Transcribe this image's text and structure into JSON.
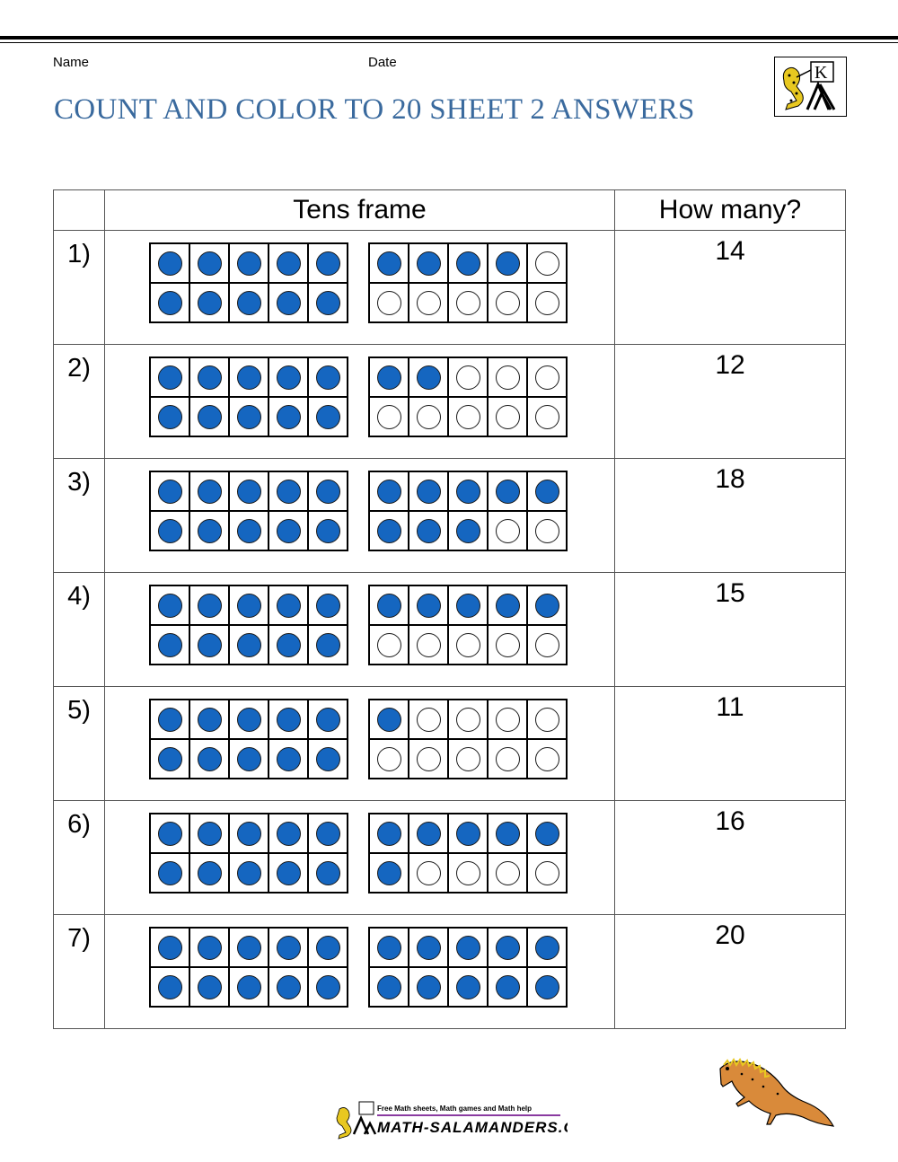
{
  "header": {
    "name_label": "Name",
    "date_label": "Date",
    "title": "COUNT AND COLOR TO 20 SHEET 2 ANSWERS",
    "logo_letter": "K"
  },
  "table": {
    "headers": [
      "",
      "Tens frame",
      "How many?"
    ],
    "rows": [
      {
        "number": "1)",
        "answer": "14"
      },
      {
        "number": "2)",
        "answer": "12"
      },
      {
        "number": "3)",
        "answer": "18"
      },
      {
        "number": "4)",
        "answer": "15"
      },
      {
        "number": "5)",
        "answer": "11"
      },
      {
        "number": "6)",
        "answer": "16"
      },
      {
        "number": "7)",
        "answer": "20"
      }
    ]
  },
  "footer": {
    "tagline": "Free Math sheets, Math games and Math help",
    "site": "MATH-SALAMANDERS.COM"
  },
  "colors": {
    "title": "#3a6a9e",
    "dot_fill": "#1566c0",
    "salamander": "#d98a3a"
  }
}
